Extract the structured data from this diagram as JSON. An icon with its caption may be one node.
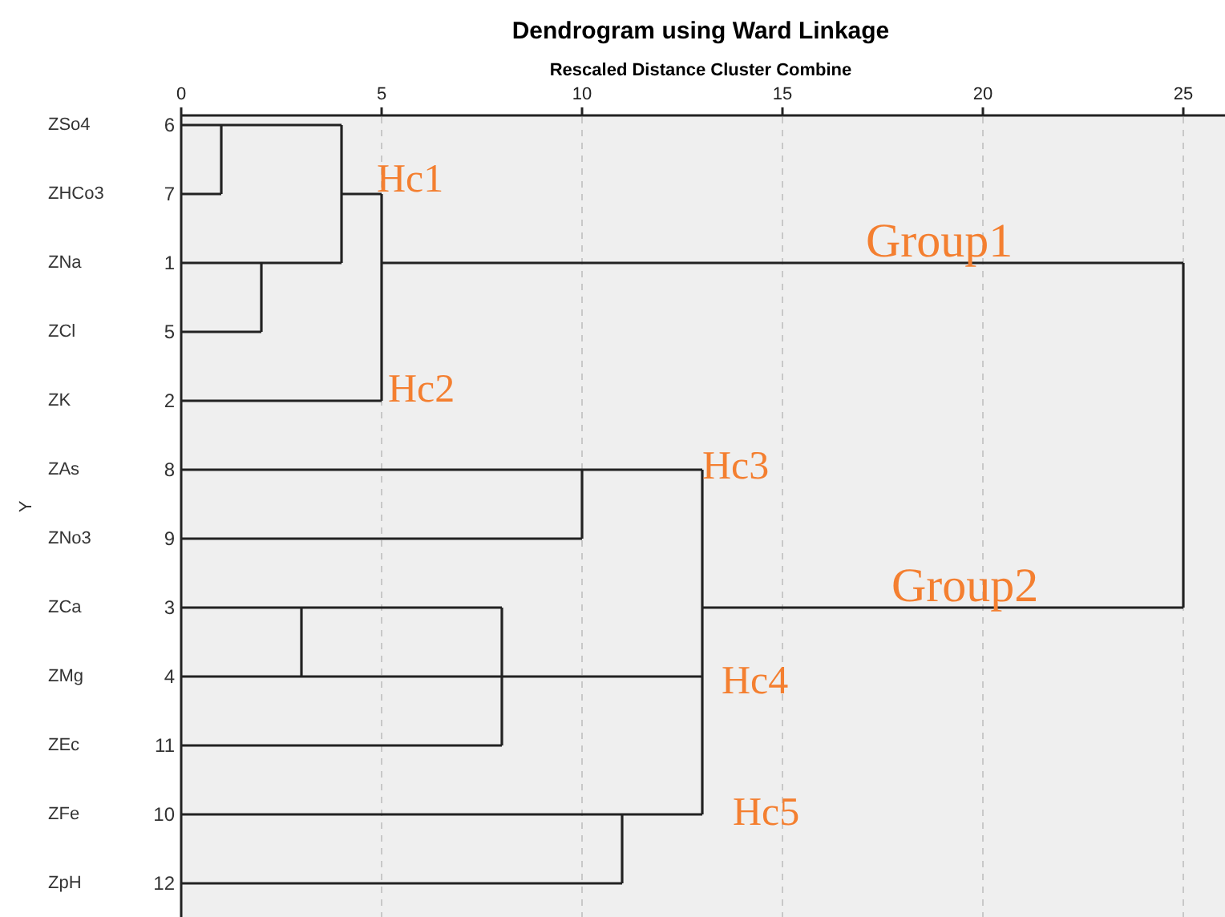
{
  "diagram": {
    "title": "Dendrogram using Ward Linkage",
    "labels": [
      "Rescaled Distance Cluster Combine",
      "0",
      "5",
      "10",
      "15",
      "20",
      "25",
      "ZSo4",
      "6",
      "ZHCo3",
      "7",
      "Hc1",
      "ZNa",
      "1",
      "Group1",
      "ZCl",
      "5",
      "ZK",
      "2",
      "Hc2",
      "ZAs",
      "8",
      "Hc3",
      "Y",
      "ZNo3",
      "9",
      "ZCa",
      "3",
      "Group2",
      "ZMg",
      "4",
      "Hc4",
      "ZEc",
      "11",
      "ZFe",
      "10",
      "Hc5",
      "ZpH",
      "12"
    ]
  }
}
